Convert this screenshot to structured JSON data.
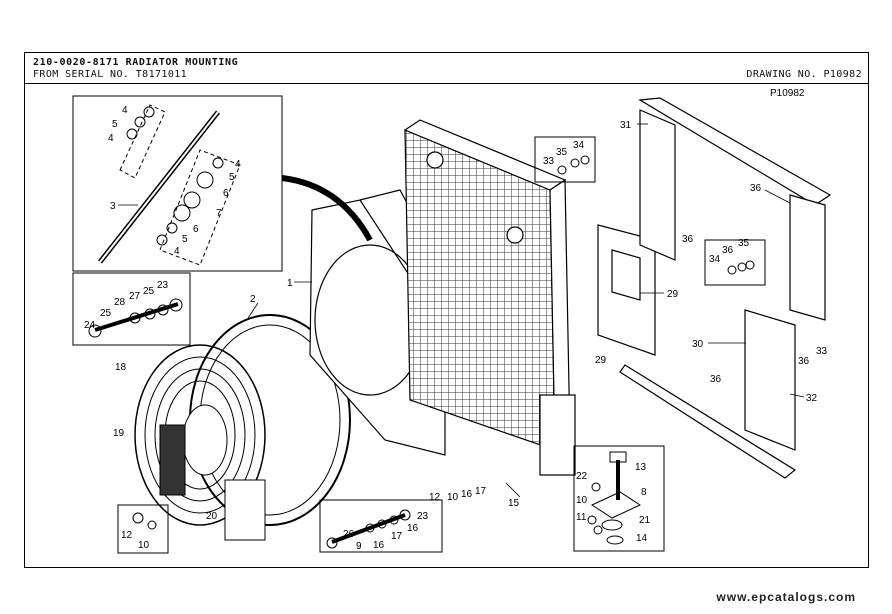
{
  "header": {
    "title": "210-0020-8171 RADIATOR MOUNTING",
    "serial": "FROM SERIAL NO. T8171011",
    "drawing_no": "DRAWING NO. P10982"
  },
  "figure": {
    "code": "P10982",
    "callouts": [
      {
        "id": "c1",
        "text": "1"
      },
      {
        "id": "c2",
        "text": "2"
      },
      {
        "id": "c3",
        "text": "3"
      },
      {
        "id": "c4a",
        "text": "4"
      },
      {
        "id": "c5a",
        "text": "5"
      },
      {
        "id": "c4b",
        "text": "4"
      },
      {
        "id": "c4c",
        "text": "4"
      },
      {
        "id": "c5b",
        "text": "5"
      },
      {
        "id": "c6a",
        "text": "6"
      },
      {
        "id": "c7",
        "text": "7"
      },
      {
        "id": "c6b",
        "text": "6"
      },
      {
        "id": "c5c",
        "text": "5"
      },
      {
        "id": "c4d",
        "text": "4"
      },
      {
        "id": "c8",
        "text": "8"
      },
      {
        "id": "c9",
        "text": "9"
      },
      {
        "id": "c10a",
        "text": "10"
      },
      {
        "id": "c10b",
        "text": "10"
      },
      {
        "id": "c10c",
        "text": "10"
      },
      {
        "id": "c11",
        "text": "11"
      },
      {
        "id": "c12a",
        "text": "12"
      },
      {
        "id": "c12b",
        "text": "12"
      },
      {
        "id": "c13",
        "text": "13"
      },
      {
        "id": "c14",
        "text": "14"
      },
      {
        "id": "c15",
        "text": "15"
      },
      {
        "id": "c16a",
        "text": "16"
      },
      {
        "id": "c16b",
        "text": "16"
      },
      {
        "id": "c16c",
        "text": "16"
      },
      {
        "id": "c17a",
        "text": "17"
      },
      {
        "id": "c17b",
        "text": "17"
      },
      {
        "id": "c18",
        "text": "18"
      },
      {
        "id": "c19",
        "text": "19"
      },
      {
        "id": "c20",
        "text": "20"
      },
      {
        "id": "c21",
        "text": "21"
      },
      {
        "id": "c22",
        "text": "22"
      },
      {
        "id": "c23a",
        "text": "23"
      },
      {
        "id": "c23b",
        "text": "23"
      },
      {
        "id": "c24",
        "text": "24"
      },
      {
        "id": "c25a",
        "text": "25"
      },
      {
        "id": "c25b",
        "text": "25"
      },
      {
        "id": "c26",
        "text": "26"
      },
      {
        "id": "c27",
        "text": "27"
      },
      {
        "id": "c28",
        "text": "28"
      },
      {
        "id": "c29a",
        "text": "29"
      },
      {
        "id": "c29b",
        "text": "29"
      },
      {
        "id": "c30",
        "text": "30"
      },
      {
        "id": "c31",
        "text": "31"
      },
      {
        "id": "c32",
        "text": "32"
      },
      {
        "id": "c33a",
        "text": "33"
      },
      {
        "id": "c33b",
        "text": "33"
      },
      {
        "id": "c34a",
        "text": "34"
      },
      {
        "id": "c34b",
        "text": "34"
      },
      {
        "id": "c35a",
        "text": "35"
      },
      {
        "id": "c35b",
        "text": "35"
      },
      {
        "id": "c36a",
        "text": "36"
      },
      {
        "id": "c36b",
        "text": "36"
      },
      {
        "id": "c36c",
        "text": "36"
      },
      {
        "id": "c36d",
        "text": "36"
      },
      {
        "id": "c36e",
        "text": "36"
      }
    ]
  },
  "footer": {
    "watermark": "www.epcatalogs.com"
  }
}
